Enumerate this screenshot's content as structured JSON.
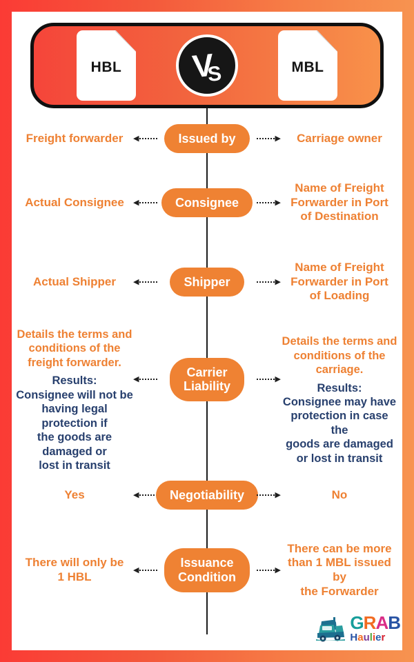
{
  "header": {
    "left_doc": "HBL",
    "right_doc": "MBL",
    "vs_v": "V",
    "vs_s": "S"
  },
  "rows": [
    {
      "label": "Issued by",
      "left": "Freight forwarder",
      "right": "Carriage owner"
    },
    {
      "label": "Consignee",
      "left": "Actual Consignee",
      "right": "Name of Freight\nForwarder in Port\nof Destination"
    },
    {
      "label": "Shipper",
      "left": "Actual Shipper",
      "right": "Name of Freight\nForwarder in Port\nof Loading"
    },
    {
      "label": "Carrier\nLiability",
      "left_highlight": "Details the terms and\nconditions of the\nfreight forwarder.",
      "left_results_title": "Results:",
      "left_results": "Consignee will not be\nhaving legal protection if\nthe goods are damaged or\nlost in transit",
      "right_highlight": "Details the terms and\nconditions of the\ncarriage.",
      "right_results_title": "Results:",
      "right_results": "Consignee may have\nprotection in case the\ngoods are damaged\nor lost in transit"
    },
    {
      "label": "Negotiability",
      "left": "Yes",
      "right": "No"
    },
    {
      "label": "Issuance\nCondition",
      "left": "There will only be\n1 HBL",
      "right": "There can be more\nthan 1 MBL issued by\nthe Forwarder"
    }
  ],
  "logo": {
    "brand": "GRAB",
    "sub": "Haulier",
    "grab_letters": [
      {
        "ch": "G",
        "color": "#179e9b"
      },
      {
        "ch": "R",
        "color": "#f26b21"
      },
      {
        "ch": "A",
        "color": "#d92d87"
      },
      {
        "ch": "B",
        "color": "#2853a4"
      }
    ],
    "haulier_letters": [
      {
        "ch": "H",
        "color": "#2853a4"
      },
      {
        "ch": "a",
        "color": "#f26b21"
      },
      {
        "ch": "u",
        "color": "#7c3e98"
      },
      {
        "ch": "l",
        "color": "#55a63f"
      },
      {
        "ch": "i",
        "color": "#ef4323"
      },
      {
        "ch": "e",
        "color": "#2960ad"
      },
      {
        "ch": "r",
        "color": "#d5202f"
      }
    ]
  },
  "colors": {
    "frame_gradient_start": "#fb3b35",
    "frame_gradient_end": "#f79350",
    "pill_orange": "#ef8233",
    "text_orange": "#ee8133",
    "text_navy": "#28406e",
    "line_black": "#1c1c1c"
  }
}
